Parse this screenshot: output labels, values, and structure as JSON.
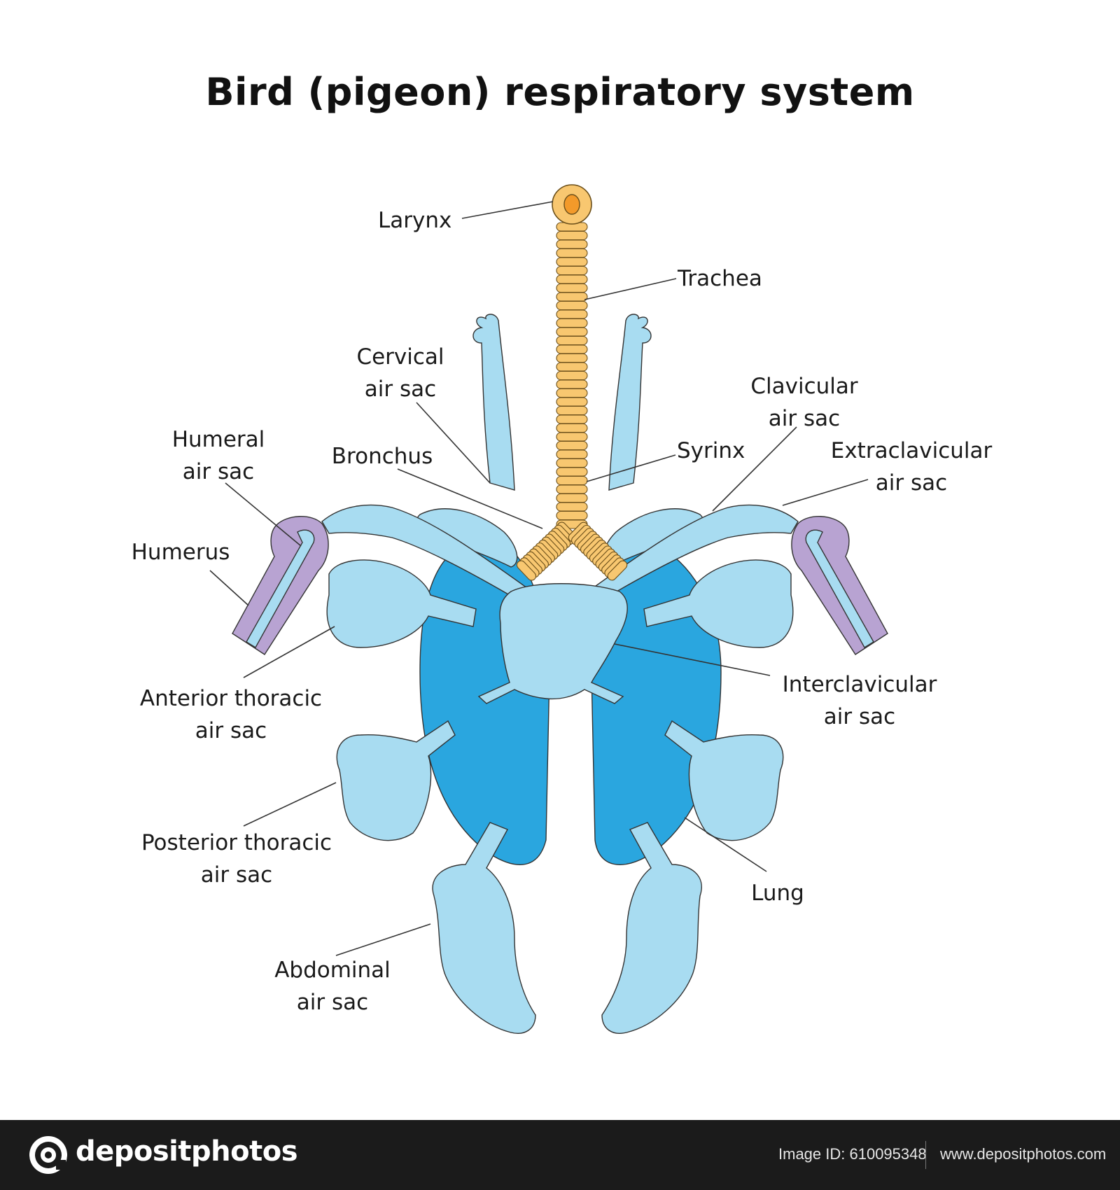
{
  "title": "Bird (pigeon) respiratory system",
  "labels": {
    "larynx": "Larynx",
    "trachea": "Trachea",
    "cervical_1": "Cervical",
    "cervical_2": "air sac",
    "clavicular_1": "Clavicular",
    "clavicular_2": "air sac",
    "humeral_1": "Humeral",
    "humeral_2": "air sac",
    "bronchus": "Bronchus",
    "syrinx": "Syrinx",
    "extraclavicular_1": "Extraclavicular",
    "extraclavicular_2": "air sac",
    "humerus": "Humerus",
    "interclavicular_1": "Interclavicular",
    "interclavicular_2": "air sac",
    "anterior_1": "Anterior thoracic",
    "anterior_2": "air sac",
    "posterior_1": "Posterior thoracic",
    "posterior_2": "air sac",
    "lung": "Lung",
    "abdominal_1": "Abdominal",
    "abdominal_2": "air sac"
  },
  "colors": {
    "air_sac": "#a8dcf1",
    "lung": "#2aa6df",
    "trachea": "#f8c770",
    "bone": "#b8a3d2"
  },
  "footer": {
    "logo": "depositphotos",
    "image_id": "Image ID: 610095348",
    "url": "www.depositphotos.com"
  }
}
